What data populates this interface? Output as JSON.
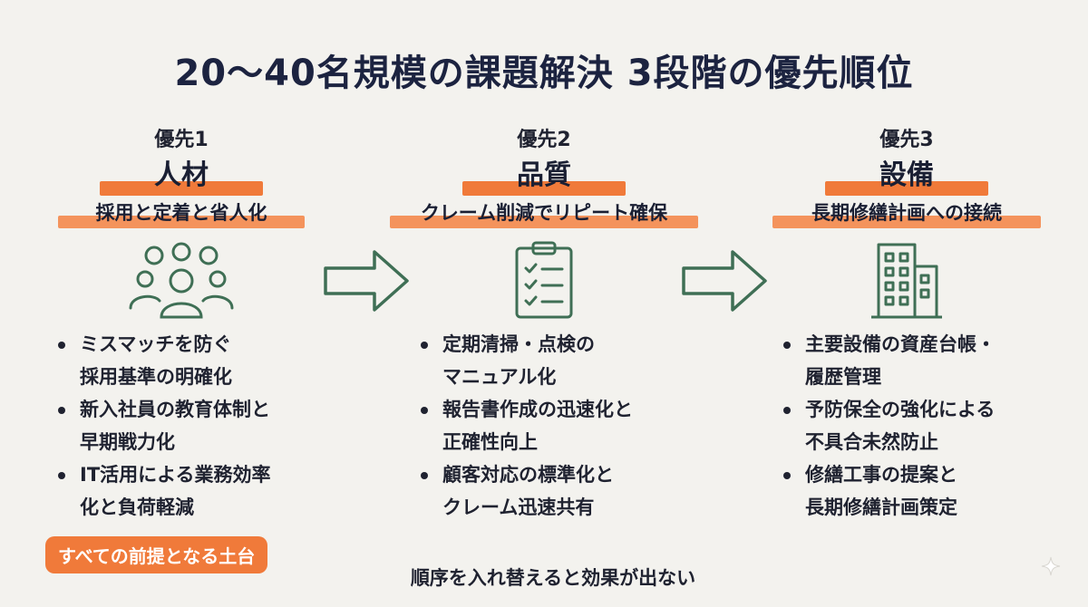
{
  "title": "20〜40名規模の課題解決 3段階の優先順位",
  "colors": {
    "accent_orange": "#f07a3a",
    "accent_orange_light": "#f4935c",
    "icon_green": "#3f6f55",
    "text_dark": "#1f2230"
  },
  "columns": [
    {
      "priority": "優先1",
      "theme": "人材",
      "subtitle": "採用と定着と省人化",
      "icon": "people-group-icon",
      "bullets": [
        [
          "ミスマッチを防ぐ",
          "採用基準の明確化"
        ],
        [
          "新入社員の教育体制と",
          "早期戦力化"
        ],
        [
          "IT活用による業務効率",
          "化と負荷軽減"
        ]
      ]
    },
    {
      "priority": "優先2",
      "theme": "品質",
      "subtitle": "クレーム削減でリピート確保",
      "icon": "clipboard-checklist-icon",
      "bullets": [
        [
          "定期清掃・点検の",
          "マニュアル化"
        ],
        [
          "報告書作成の迅速化と",
          "正確性向上"
        ],
        [
          "顧客対応の標準化と",
          "クレーム迅速共有"
        ]
      ]
    },
    {
      "priority": "優先3",
      "theme": "設備",
      "subtitle": "長期修繕計画への接続",
      "icon": "building-icon",
      "bullets": [
        [
          "主要設備の資産台帳・",
          "履歴管理"
        ],
        [
          "予防保全の強化による",
          "不具合未然防止"
        ],
        [
          "修繕工事の提案と",
          "長期修繕計画策定"
        ]
      ]
    }
  ],
  "foundation_label": "すべての前提となる土台",
  "footer_note": "順序を入れ替えると効果が出ない"
}
